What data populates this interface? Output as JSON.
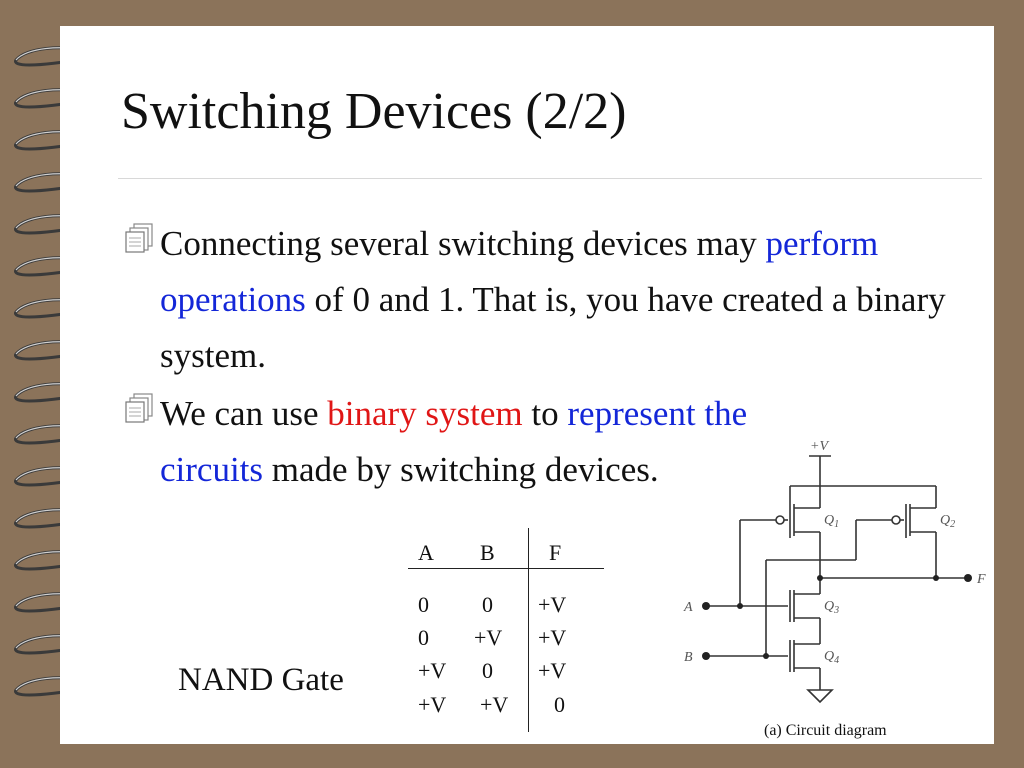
{
  "slide": {
    "title": "Switching Devices (2/2)",
    "bullets": [
      {
        "segments": [
          {
            "text": "Connecting several switching devices may ",
            "color": "default"
          },
          {
            "text": "perform operations",
            "color": "blue"
          },
          {
            "text": " of 0 and 1. That is, you have created a binary system.",
            "color": "default"
          }
        ]
      },
      {
        "segments": [
          {
            "text": "We can use ",
            "color": "default"
          },
          {
            "text": "binary system",
            "color": "red"
          },
          {
            "text": " to ",
            "color": "default"
          },
          {
            "text": "represent the circuits",
            "color": "blue"
          },
          {
            "text": " made by switching devices.",
            "color": "default"
          }
        ]
      }
    ],
    "bullet_icon": "notepad-icon",
    "nand_label": "NAND Gate"
  },
  "truth_table": {
    "headers": [
      "A",
      "B",
      "F"
    ],
    "rows": [
      [
        "0",
        "0",
        "+V"
      ],
      [
        "0",
        "+V",
        "+V"
      ],
      [
        "+V",
        "0",
        "+V"
      ],
      [
        "+V",
        "+V",
        "0"
      ]
    ]
  },
  "circuit": {
    "supply_label": "+V",
    "input_a": "A",
    "input_b": "B",
    "output": "F",
    "q1": {
      "letter": "Q",
      "sub": "1"
    },
    "q2": {
      "letter": "Q",
      "sub": "2"
    },
    "q3": {
      "letter": "Q",
      "sub": "3"
    },
    "q4": {
      "letter": "Q",
      "sub": "4"
    },
    "caption": "(a) Circuit diagram"
  },
  "colors": {
    "background": "#8b735a",
    "page": "#ffffff",
    "blue_text": "#1427d8",
    "red_text": "#e01616"
  },
  "binding_icon": "spiral-ring-icon"
}
